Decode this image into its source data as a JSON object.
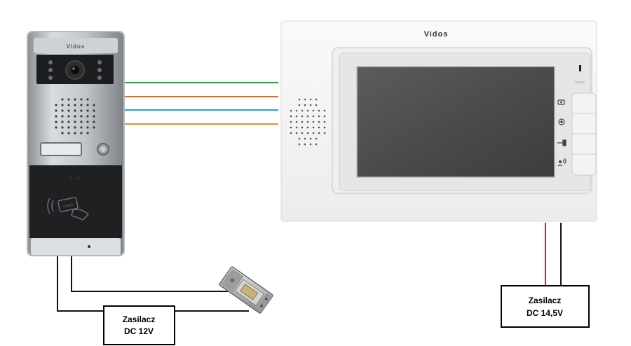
{
  "door_station": {
    "brand": "Vidos",
    "card_text": "CARD"
  },
  "monitor": {
    "brand": "Vidos",
    "buttons": [
      "intercom-icon",
      "record-icon",
      "key-icon",
      "talk-icon"
    ]
  },
  "wires": {
    "signal_colors": [
      "#2ea043",
      "#c8713a",
      "#2aa0d8",
      "#f08a2c"
    ],
    "monitor_power_colors": [
      "#d62020",
      "#111111"
    ]
  },
  "psu_station": {
    "line1": "Zasilacz",
    "line2": "DC 12V"
  },
  "psu_monitor": {
    "line1": "Zasilacz",
    "line2": "DC 14,5V"
  }
}
